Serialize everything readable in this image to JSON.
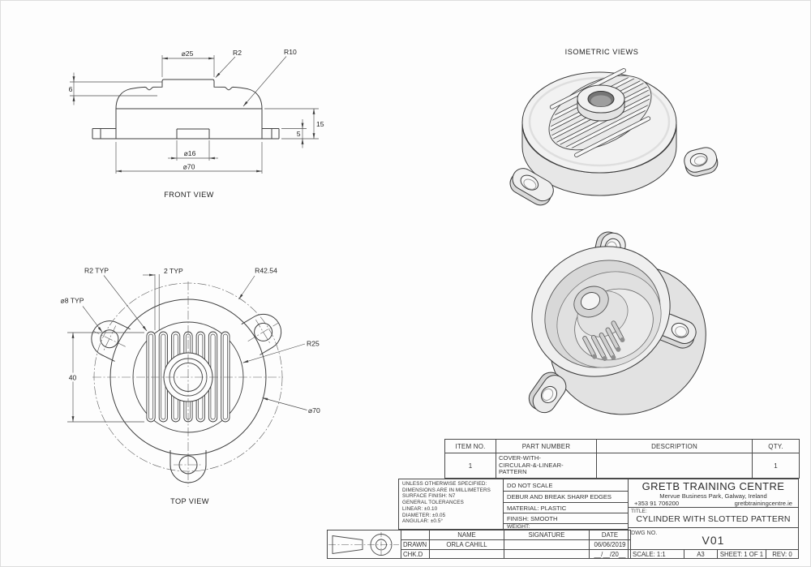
{
  "sheet": {
    "caption_front": "FRONT VIEW",
    "caption_top": "TOP VIEW",
    "caption_iso": "ISOMETRIC VIEWS"
  },
  "front_view": {
    "dims": {
      "boss_dia": "⌀25",
      "fillet_small": "R2",
      "fillet_large": "R10",
      "boss_height": "6",
      "body_height": "15",
      "lug_height": "5",
      "hub_dia": "⌀16",
      "outer_dia": "⌀70"
    }
  },
  "top_view": {
    "dims": {
      "rib_end_radius": "R2 TYP",
      "rib_gap": "2 TYP",
      "lug_circle_radius": "R42.54",
      "lug_hole_dia": "⌀8 TYP",
      "slot_region_radius": "R25",
      "pattern_height": "40",
      "outer_dia": "⌀70"
    }
  },
  "bom": {
    "headers": [
      "ITEM NO.",
      "PART NUMBER",
      "DESCRIPTION",
      "QTY."
    ],
    "row": {
      "item_no": "1",
      "part_number_lines": [
        "COVER-WITH-",
        "CIRCULAR-&-LINEAR-",
        "PATTERN"
      ],
      "description": "",
      "qty": "1"
    }
  },
  "title_block": {
    "general_notes": [
      "UNLESS OTHERWISE SPECIFIED:",
      "DIMENSIONS ARE IN MILLIMETERS",
      "SURFACE FINISH: N7",
      "GENERAL TOLERANCES",
      "LINEAR: ±0.10",
      "DIAMETER: ±0.05",
      "ANGULAR: ±0.5°"
    ],
    "process_notes": [
      "DO NOT SCALE",
      "DEBUR AND BREAK SHARP EDGES",
      "MATERIAL:  PLASTIC",
      "FINISH: SMOOTH",
      "WEIGHT:"
    ],
    "company_name": "GRETB TRAINING CENTRE",
    "company_address": "Mervue Business Park, Galway, Ireland",
    "company_phone": "+353 91 706200",
    "company_web": "gretbtrainingcentre.ie",
    "title_label": "TITLE:",
    "drawing_title": "CYLINDER WITH SLOTTED PATTERN",
    "dwg_label": "DWG NO.",
    "dwg_no": "V01",
    "scale": "SCALE:  1:1",
    "sheet_size": "A3",
    "sheet_no": "SHEET: 1 OF 1",
    "rev": "REV: 0",
    "col_name": "NAME",
    "col_signature": "SIGNATURE",
    "col_date": "DATE",
    "drawn_label": "DRAWN",
    "drawn_name": "ORLA CAHILL",
    "drawn_signature": "",
    "drawn_date": "06/06/2019",
    "chk_label": "CHK.D",
    "chk_name": "",
    "chk_signature": "",
    "chk_date": "__/__/20__"
  }
}
